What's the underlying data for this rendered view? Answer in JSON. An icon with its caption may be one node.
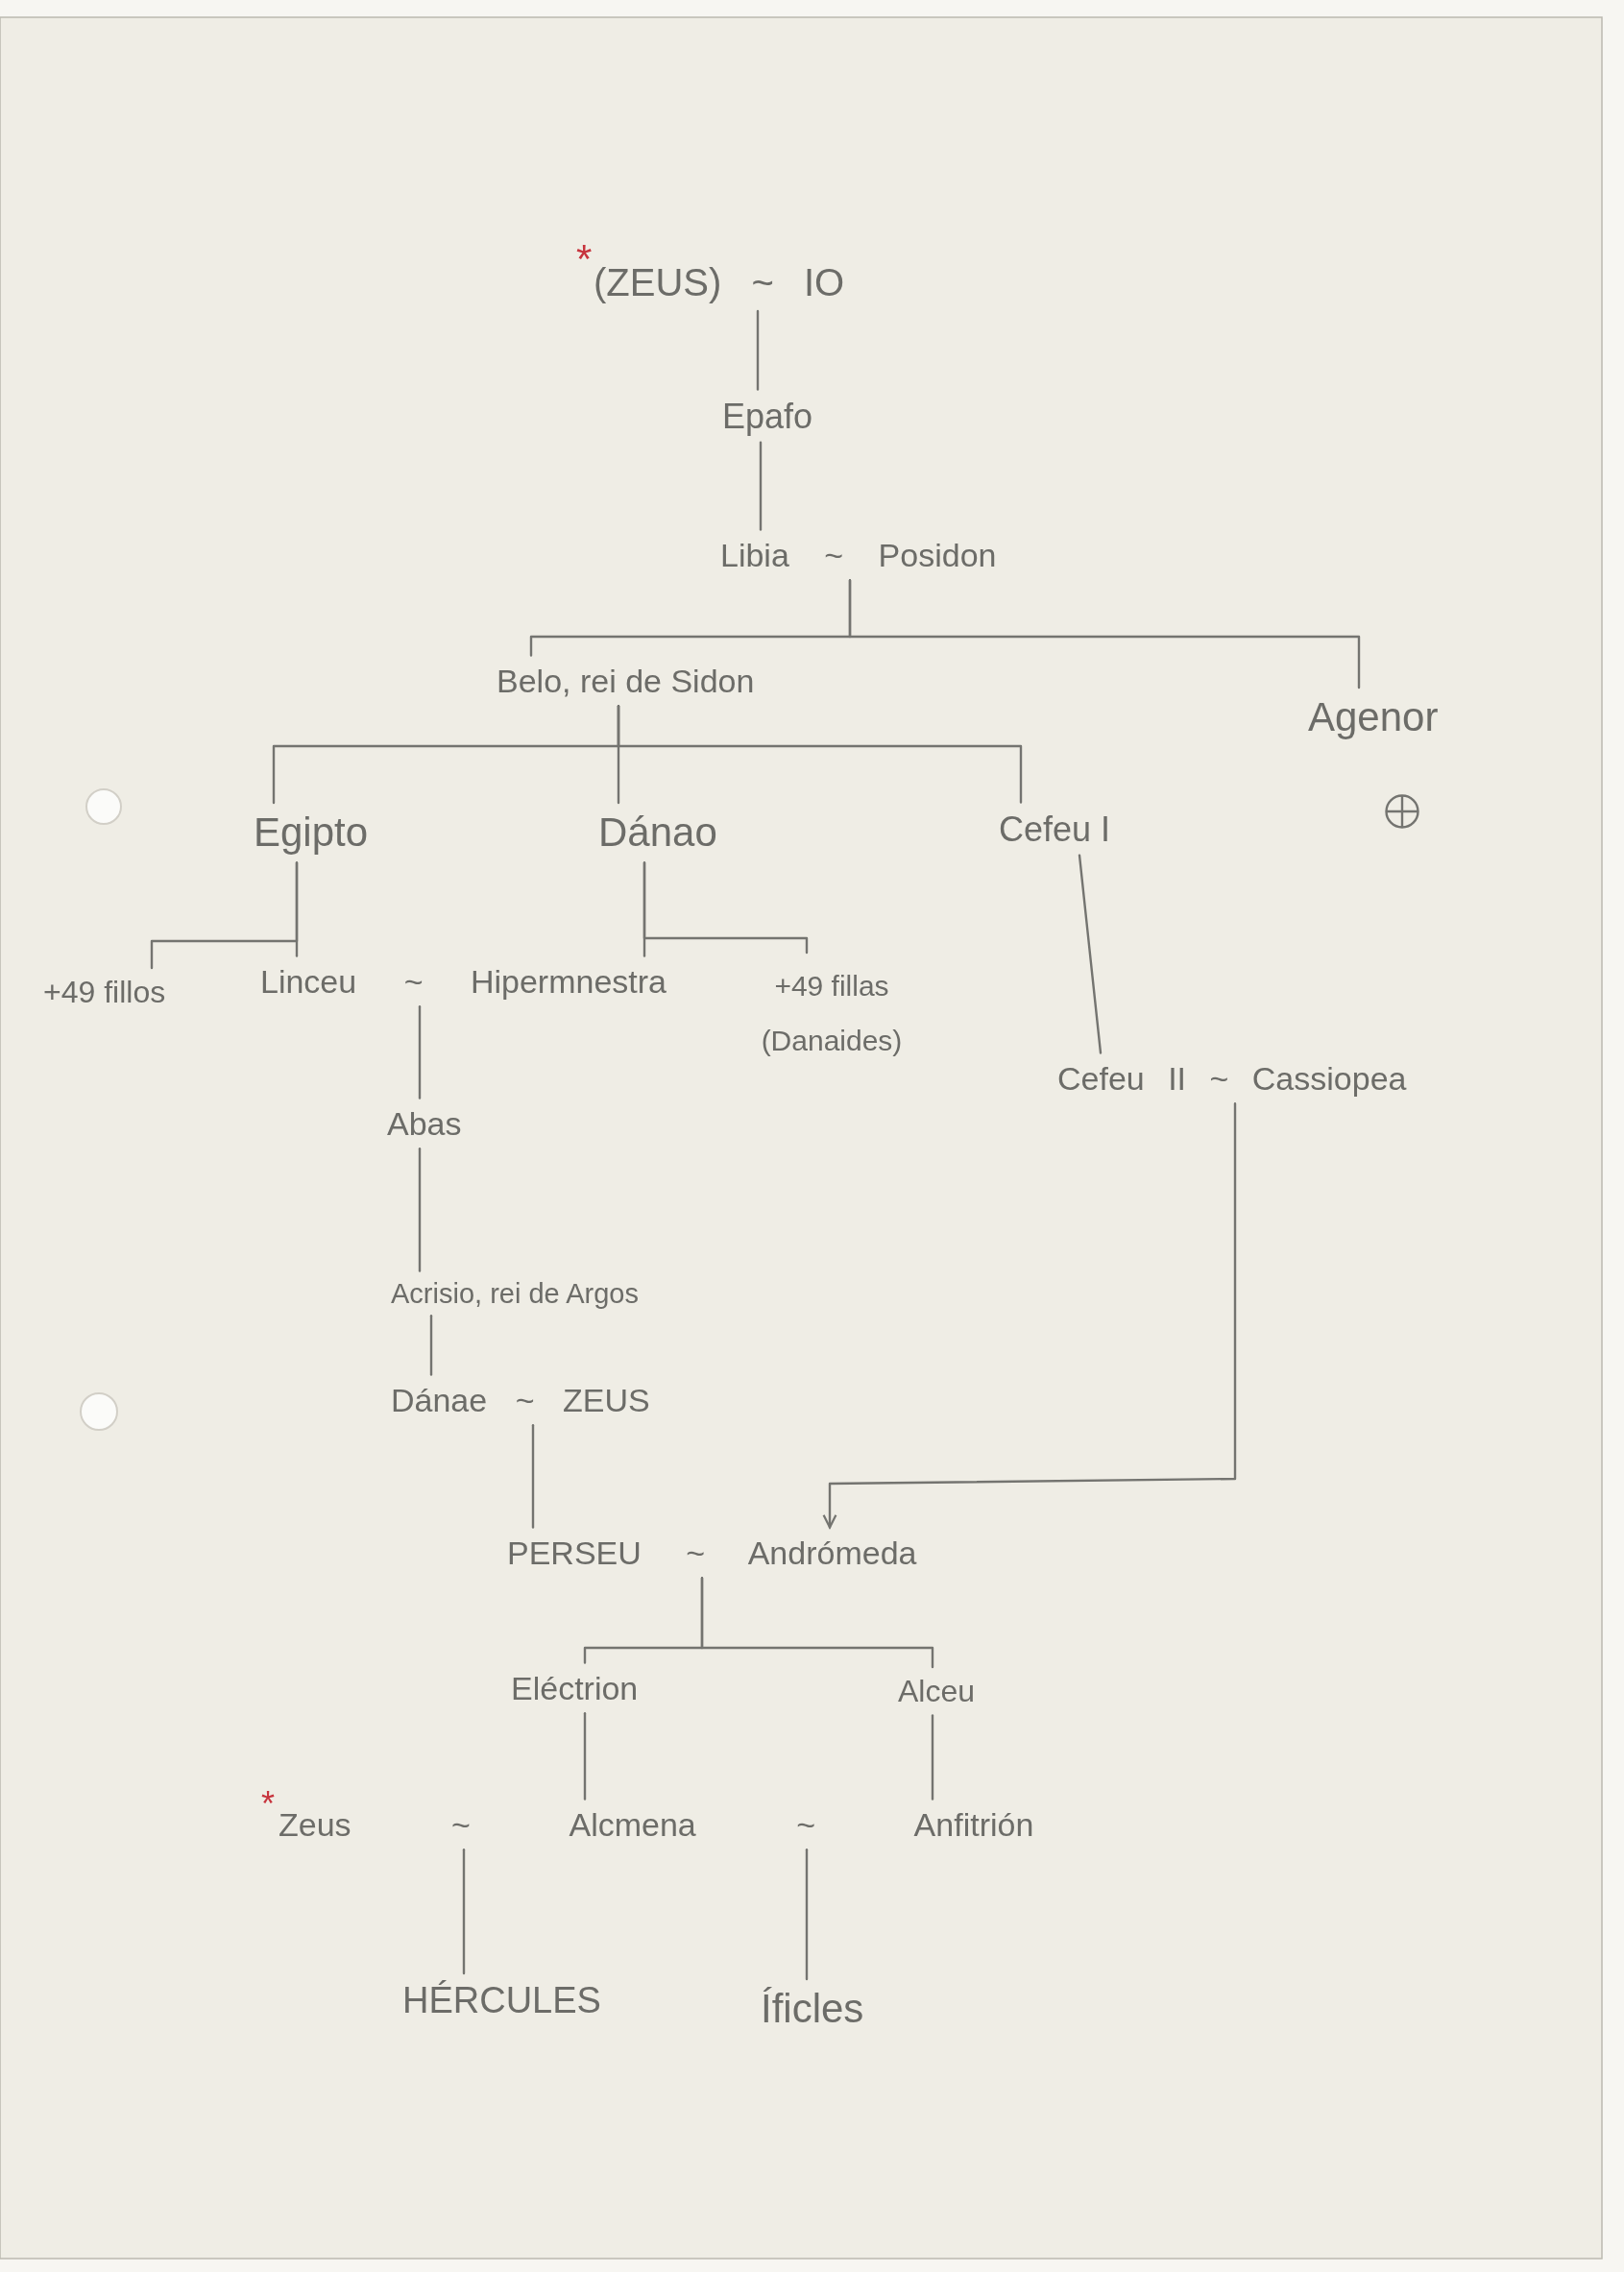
{
  "diagram": {
    "nodes": [
      {
        "text": [
          "(ZEUS) ~ IO"
        ],
        "beside": [
          "*"
        ]
      },
      {
        "text": [
          "Epafo"
        ]
      },
      {
        "text": [
          "Libia ~ Posidon"
        ]
      },
      {
        "text": [
          "Belo, rei de Sidon"
        ]
      },
      {
        "text": [
          "Agenor"
        ]
      },
      {
        "text": [
          "Egipto"
        ]
      },
      {
        "text": [
          "Dánao"
        ]
      },
      {
        "text": [
          "Cefeu I"
        ]
      },
      {
        "text": [
          "+49 fillos"
        ]
      },
      {
        "text": [
          "Linceu ~ Hipermnestra"
        ]
      },
      {
        "text": [
          "+49 fillas (Danaides)"
        ]
      },
      {
        "text": [
          "Cefeu II ~ Cassiopea"
        ]
      },
      {
        "text": [
          "Abas"
        ]
      },
      {
        "text": [
          "Acrisio, rei de Argos"
        ]
      },
      {
        "text": [
          "Dánae ~ ZEUS"
        ]
      },
      {
        "text": [
          "PERSEU ~ Andrómeda"
        ]
      },
      {
        "text": [
          "Eléctrion"
        ]
      },
      {
        "text": [
          "Alceu"
        ]
      },
      {
        "text": [
          "Zeus ~ Alcmena ~ Anfitrión"
        ],
        "beside": [
          "*"
        ]
      },
      {
        "text": [
          "HÉRCULES"
        ]
      },
      {
        "text": [
          "Íficles"
        ]
      }
    ],
    "edges": [
      {
        "from": 0,
        "to": 1,
        "arrow": "none"
      },
      {
        "from": 1,
        "to": 2,
        "arrow": "none"
      },
      {
        "from": 2,
        "to": 3,
        "arrow": "none"
      },
      {
        "from": 2,
        "to": 4,
        "arrow": "none"
      },
      {
        "from": 3,
        "to": 5,
        "arrow": "none"
      },
      {
        "from": 3,
        "to": 6,
        "arrow": "none"
      },
      {
        "from": 3,
        "to": 7,
        "arrow": "none"
      },
      {
        "from": 5,
        "to": 9,
        "arrow": "none"
      },
      {
        "from": 5,
        "to": 8,
        "arrow": "none"
      },
      {
        "from": 6,
        "to": 9,
        "arrow": "none"
      },
      {
        "from": 6,
        "to": 10,
        "arrow": "none"
      },
      {
        "from": 7,
        "to": 11,
        "arrow": "none"
      },
      {
        "from": 9,
        "to": 12,
        "arrow": "none"
      },
      {
        "from": 12,
        "to": 13,
        "arrow": "none"
      },
      {
        "from": 13,
        "to": 14,
        "arrow": "none"
      },
      {
        "from": 14,
        "to": 15,
        "arrow": "none"
      },
      {
        "from": 11,
        "to": 15,
        "arrow": "to"
      },
      {
        "from": 15,
        "to": 16,
        "arrow": "none"
      },
      {
        "from": 15,
        "to": 17,
        "arrow": "none"
      },
      {
        "from": 16,
        "to": 18,
        "arrow": "none"
      },
      {
        "from": 17,
        "to": 18,
        "arrow": "none"
      },
      {
        "from": 18,
        "to": 19,
        "arrow": "none"
      },
      {
        "from": 18,
        "to": 20,
        "arrow": "none"
      }
    ]
  }
}
